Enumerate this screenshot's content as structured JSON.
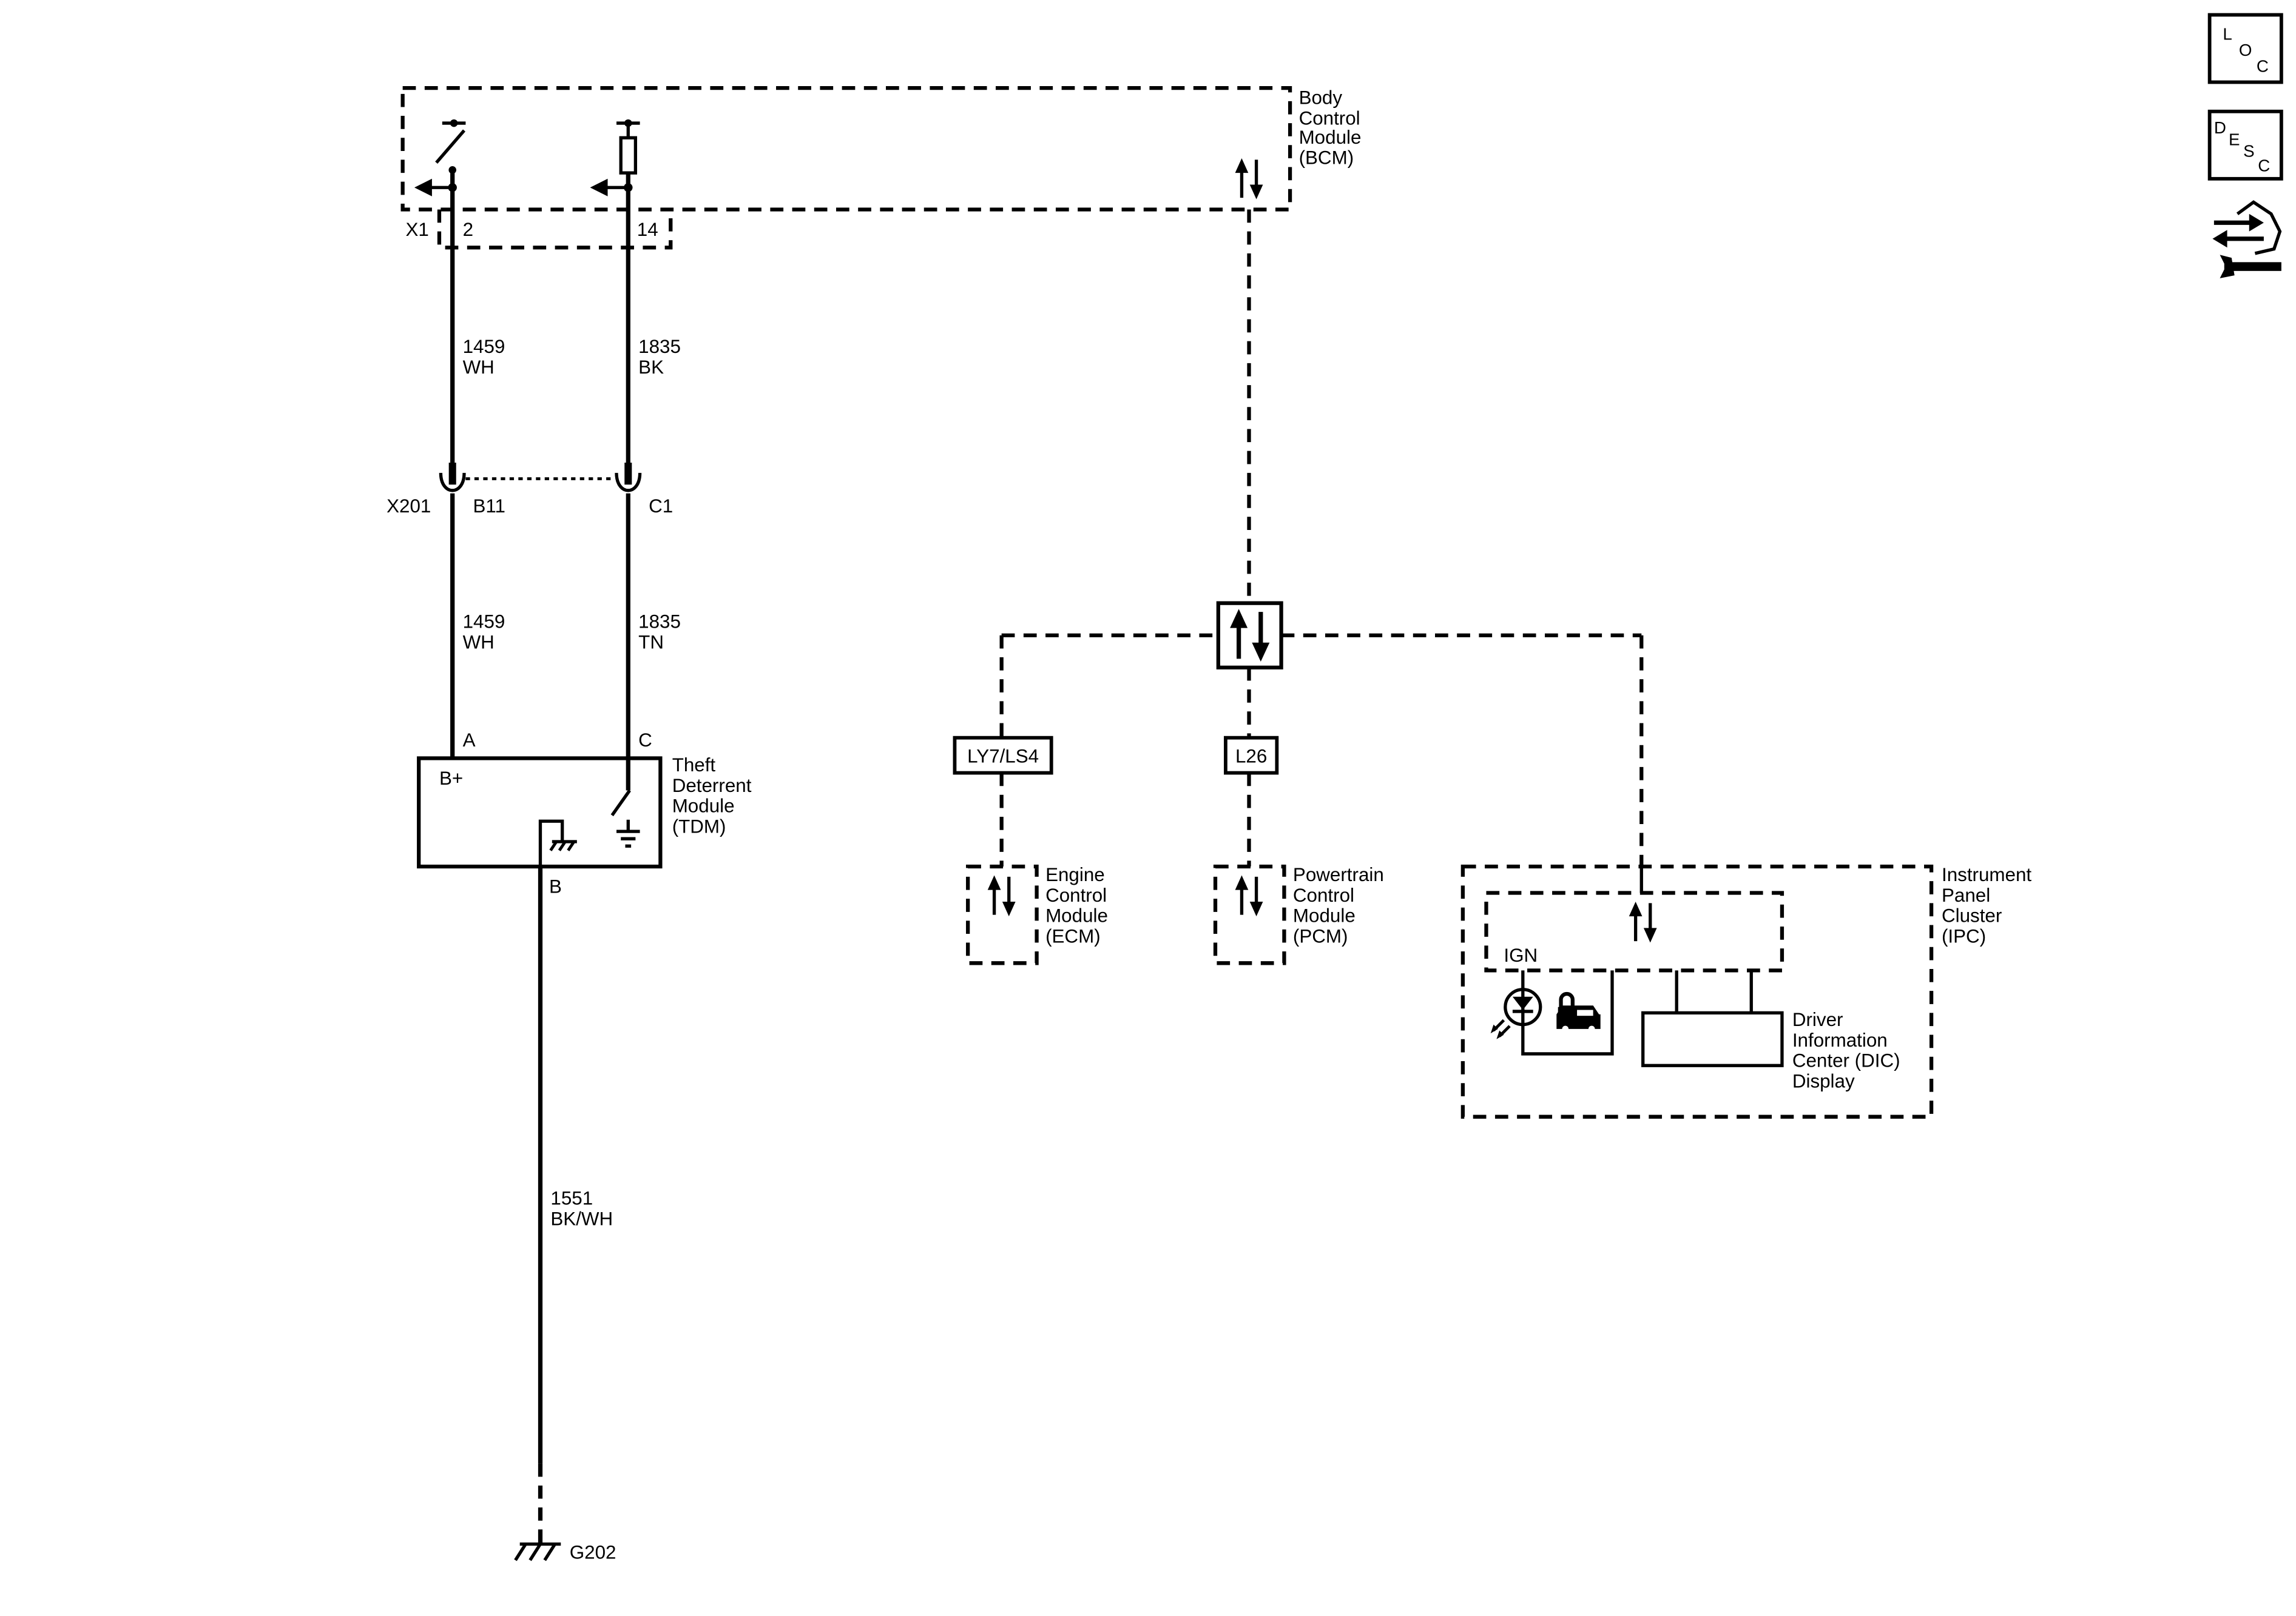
{
  "side_icons": {
    "loc": {
      "letters": [
        "L",
        "O",
        "C"
      ]
    },
    "desc": {
      "letters": [
        "D",
        "E",
        "S",
        "C"
      ]
    },
    "repair": {
      "icon": "repair-procedure-icon"
    }
  },
  "bcm": {
    "label": [
      "Body",
      "Control",
      "Module",
      "(BCM)"
    ],
    "connector": "X1",
    "pins": [
      "2",
      "14"
    ]
  },
  "upper_wires": [
    {
      "circuit": "1459",
      "color": "WH"
    },
    {
      "circuit": "1835",
      "color": "BK"
    }
  ],
  "inline_connector": {
    "name": "X201",
    "pins": [
      "B11",
      "C1"
    ]
  },
  "lower_wires": [
    {
      "circuit": "1459",
      "color": "WH"
    },
    {
      "circuit": "1835",
      "color": "TN"
    }
  ],
  "tdm": {
    "label": [
      "Theft",
      "Deterrent",
      "Module",
      "(TDM)"
    ],
    "pins": {
      "a": "A",
      "c": "C",
      "b": "B"
    },
    "terminal": "B+"
  },
  "ground_wire": {
    "circuit": "1551",
    "color": "BK/WH"
  },
  "ground": {
    "name": "G202"
  },
  "options": {
    "ecm": "LY7/LS4",
    "pcm": "L26"
  },
  "ecm": {
    "label": [
      "Engine",
      "Control",
      "Module",
      "(ECM)"
    ]
  },
  "pcm": {
    "label": [
      "Powertrain",
      "Control",
      "Module",
      "(PCM)"
    ]
  },
  "ipc": {
    "label": [
      "Instrument",
      "Panel",
      "Cluster",
      "(IPC)"
    ],
    "ign": "IGN",
    "dic_label": [
      "Driver",
      "Information",
      "Center (DIC)",
      "Display"
    ]
  }
}
